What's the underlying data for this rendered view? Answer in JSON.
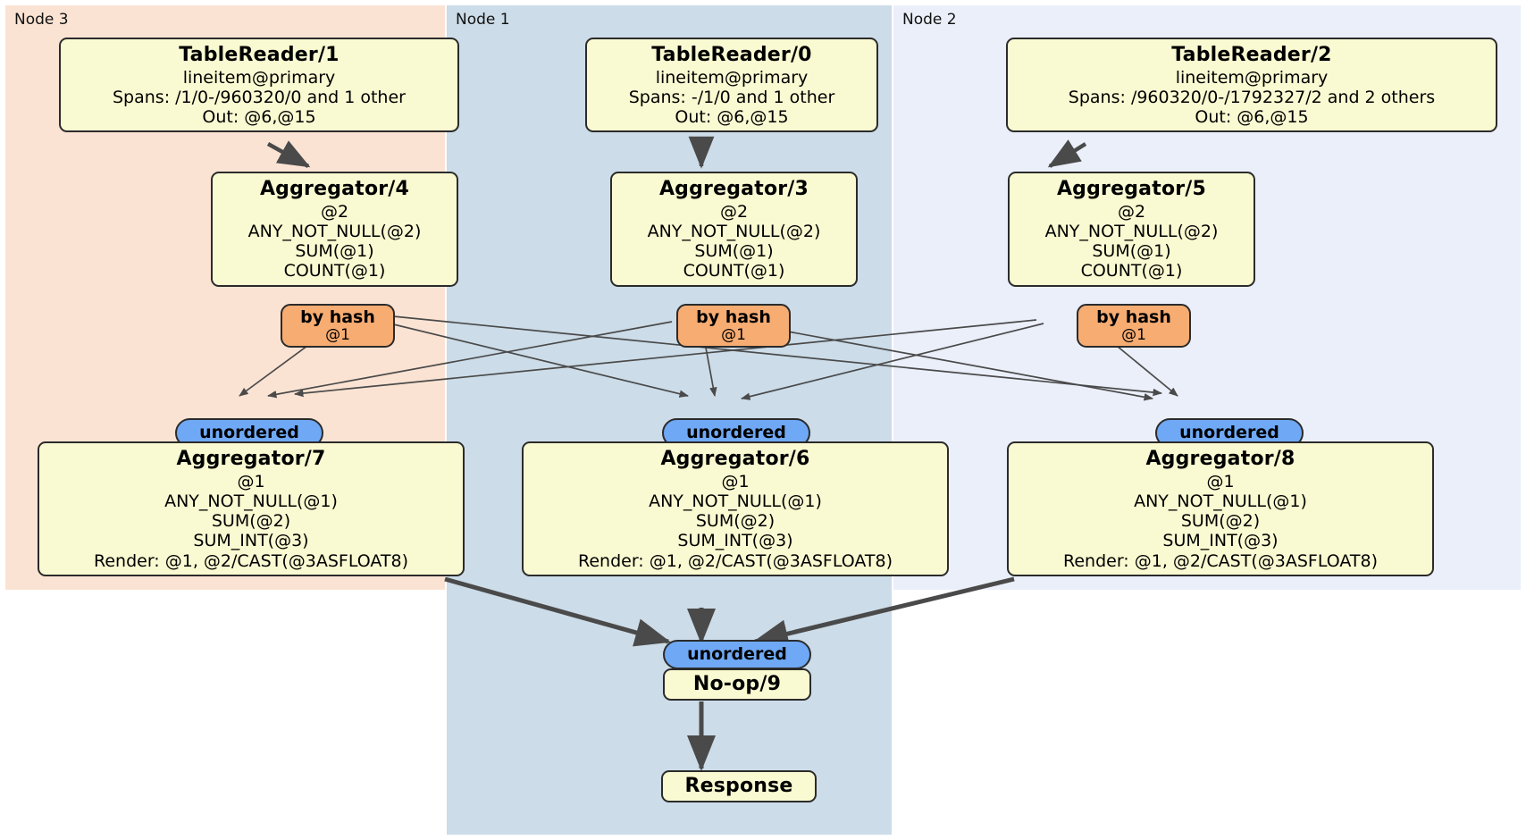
{
  "diagram": {
    "type": "distributed-query-plan",
    "title": "DistSQL physical plan"
  },
  "colors": {
    "node3_bg": "#fbe3d3",
    "node1_bg": "#ccdce8",
    "node2_bg": "#eaeffa",
    "processor_bg": "#fafad2",
    "processor_border": "#2b2b2b",
    "hash_router_bg": "#f7ac72",
    "unordered_router_bg": "#6fa8f5",
    "edge": "#4a4a4a"
  },
  "nodes": [
    {
      "id": "node3",
      "label": "Node 3"
    },
    {
      "id": "node1",
      "label": "Node 1"
    },
    {
      "id": "node2",
      "label": "Node 2"
    }
  ],
  "processors": {
    "table_reader_1": {
      "title": "TableReader/1",
      "lines": [
        "lineitem@primary",
        "Spans: /1/0-/960320/0 and 1 other",
        "Out: @6,@15"
      ]
    },
    "table_reader_0": {
      "title": "TableReader/0",
      "lines": [
        "lineitem@primary",
        "Spans: -/1/0 and 1 other",
        "Out: @6,@15"
      ]
    },
    "table_reader_2": {
      "title": "TableReader/2",
      "lines": [
        "lineitem@primary",
        "Spans: /960320/0-/1792327/2 and 2 others",
        "Out: @6,@15"
      ]
    },
    "aggregator_4": {
      "title": "Aggregator/4",
      "lines": [
        "@2",
        "ANY_NOT_NULL(@2)",
        "SUM(@1)",
        "COUNT(@1)"
      ]
    },
    "aggregator_3": {
      "title": "Aggregator/3",
      "lines": [
        "@2",
        "ANY_NOT_NULL(@2)",
        "SUM(@1)",
        "COUNT(@1)"
      ]
    },
    "aggregator_5": {
      "title": "Aggregator/5",
      "lines": [
        "@2",
        "ANY_NOT_NULL(@2)",
        "SUM(@1)",
        "COUNT(@1)"
      ]
    },
    "aggregator_7": {
      "title": "Aggregator/7",
      "lines": [
        "@1",
        "ANY_NOT_NULL(@1)",
        "SUM(@2)",
        "SUM_INT(@3)",
        "Render: @1, @2/CAST(@3ASFLOAT8)"
      ]
    },
    "aggregator_6": {
      "title": "Aggregator/6",
      "lines": [
        "@1",
        "ANY_NOT_NULL(@1)",
        "SUM(@2)",
        "SUM_INT(@3)",
        "Render: @1, @2/CAST(@3ASFLOAT8)"
      ]
    },
    "aggregator_8": {
      "title": "Aggregator/8",
      "lines": [
        "@1",
        "ANY_NOT_NULL(@1)",
        "SUM(@2)",
        "SUM_INT(@3)",
        "Render: @1, @2/CAST(@3ASFLOAT8)"
      ]
    },
    "noop_9": {
      "title": "No-op/9"
    },
    "response": {
      "title": "Response"
    }
  },
  "routers": {
    "hash_left": {
      "label": "by hash",
      "sublabel": "@1"
    },
    "hash_center": {
      "label": "by hash",
      "sublabel": "@1"
    },
    "hash_right": {
      "label": "by hash",
      "sublabel": "@1"
    },
    "unordered_left": {
      "label": "unordered"
    },
    "unordered_center": {
      "label": "unordered"
    },
    "unordered_right": {
      "label": "unordered"
    },
    "unordered_final": {
      "label": "unordered"
    }
  }
}
